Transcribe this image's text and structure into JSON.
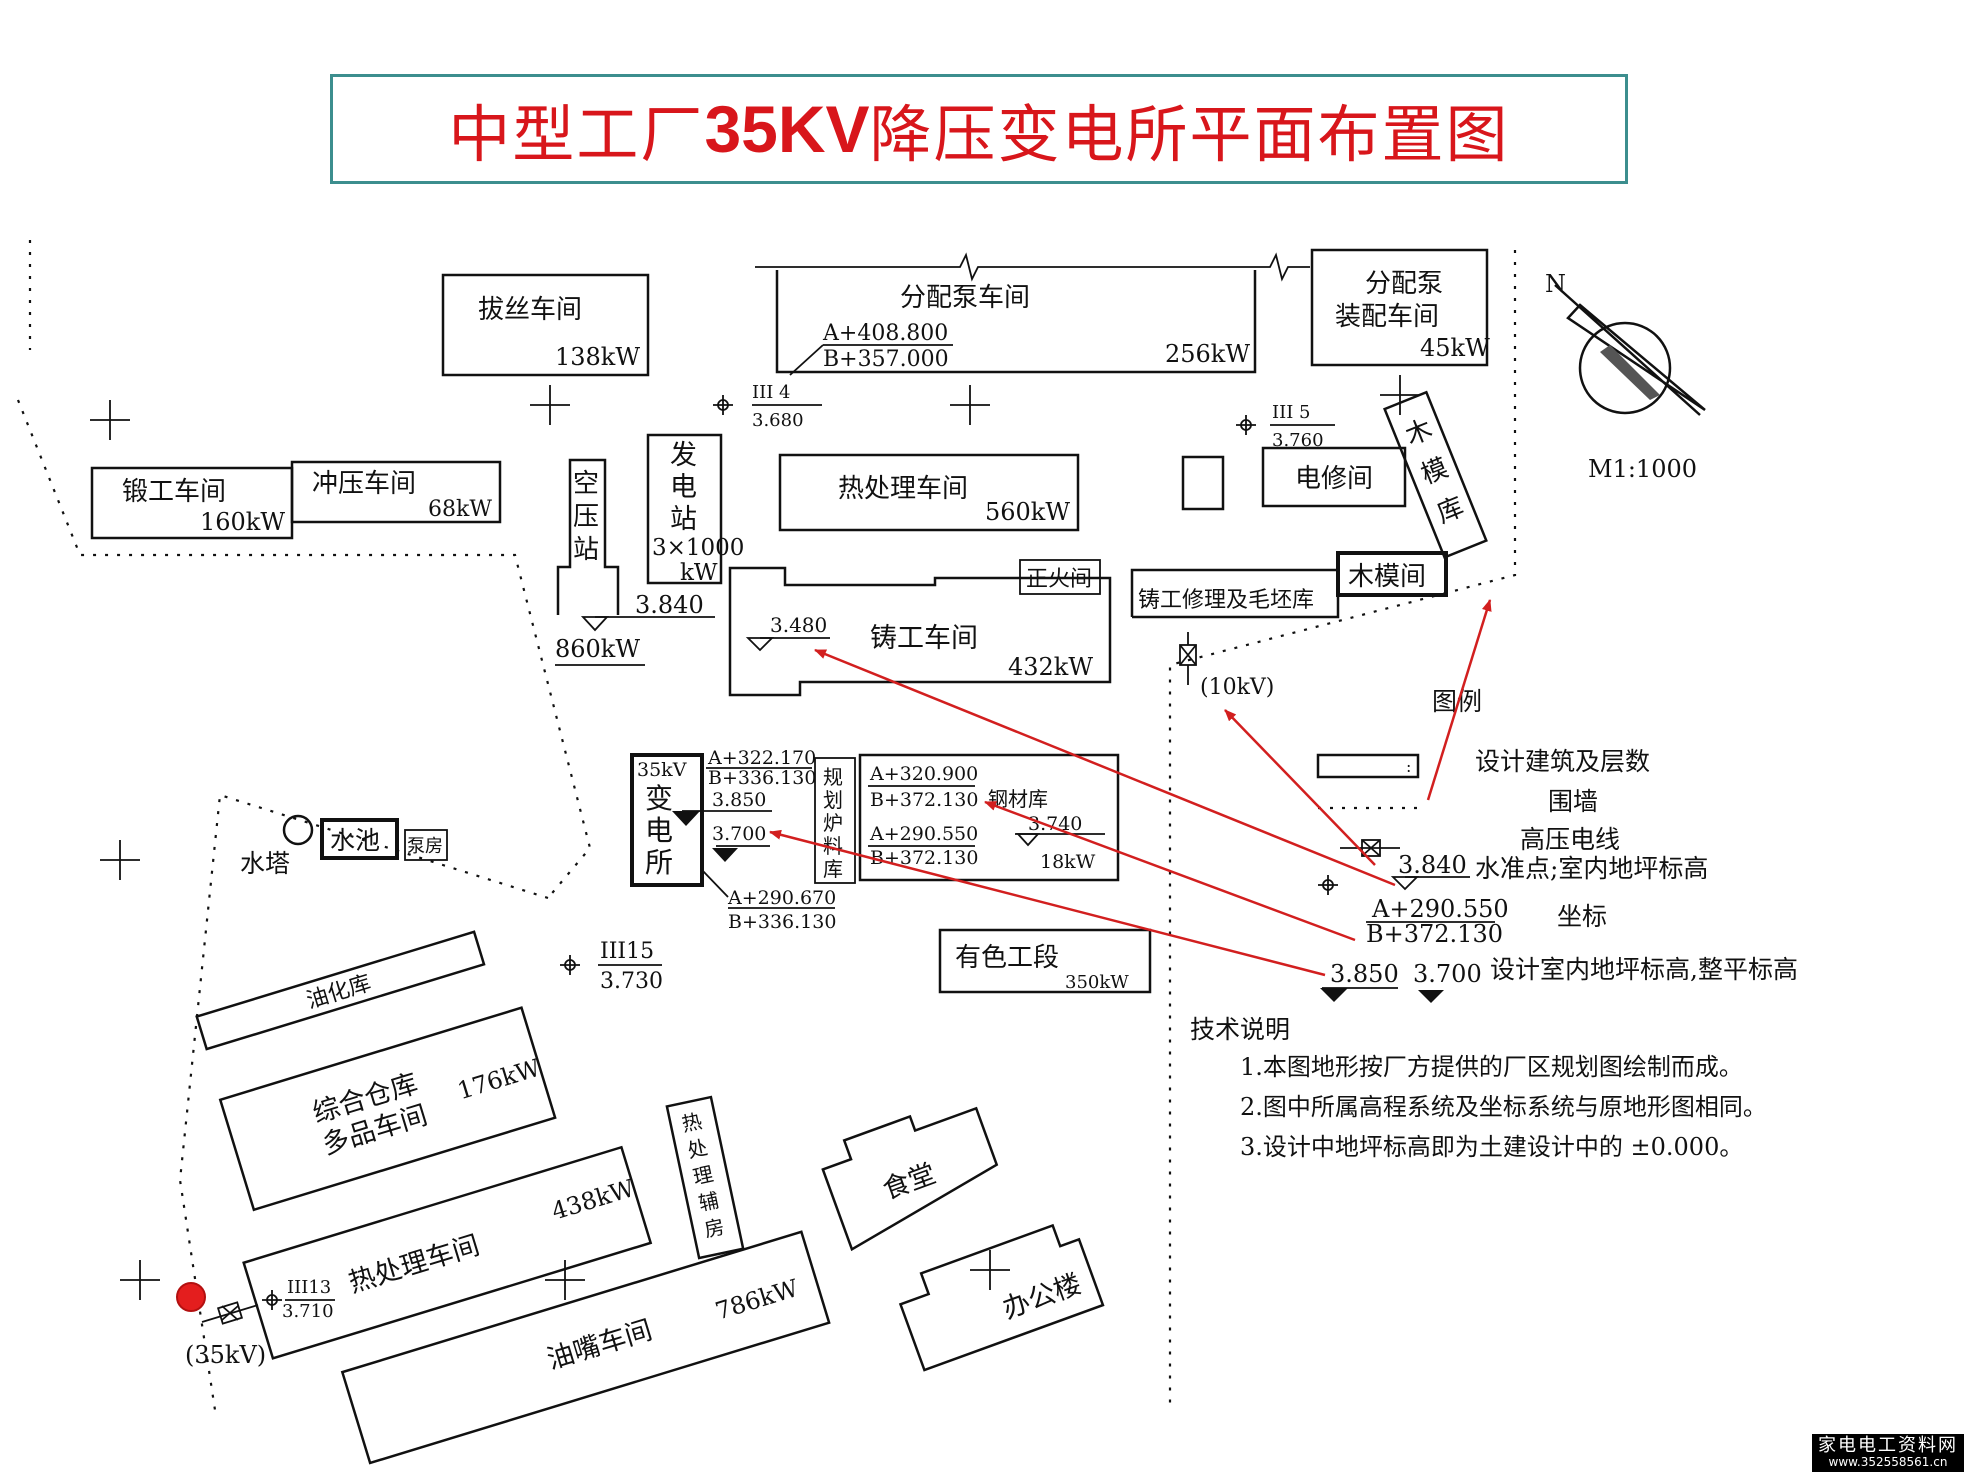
{
  "title": {
    "part1": "中型工厂",
    "part2": "35KV",
    "part3": "降压变电所平面布置图"
  },
  "buildings": {
    "basi": {
      "name": "拔丝车间",
      "power": "138kW"
    },
    "fenpei": {
      "name": "分配泵车间",
      "coord_a": "A+408.800",
      "coord_b": "B+357.000",
      "power": "256kW"
    },
    "fenpei_zhuang": {
      "name1": "分配泵",
      "name2": "装配车间",
      "power": "45kW"
    },
    "duangong": {
      "name": "锻工车间",
      "power": "160kW"
    },
    "chongya": {
      "name": "冲压车间",
      "power": "68kW"
    },
    "kongya": {
      "c1": "空",
      "c2": "压",
      "c3": "站",
      "power": "860kW",
      "level": "3.840"
    },
    "fadian": {
      "c1": "发",
      "c2": "电",
      "c3": "站",
      "cap": "3×1000",
      "unit": "kW"
    },
    "rechuli1": {
      "name": "热处理车间",
      "power": "560kW"
    },
    "dianxiu": {
      "name": "电修间"
    },
    "mumoku": {
      "c1": "木",
      "c2": "模",
      "c3": "库"
    },
    "mumojian": {
      "name": "木模间"
    },
    "zhenghuo": {
      "name": "正火间"
    },
    "zhugongxiu": {
      "name": "铸工修理及毛坯库"
    },
    "zhugong": {
      "name": "铸工车间",
      "power": "432kW",
      "level": "3.480"
    },
    "substation": {
      "kv": "35kV",
      "c1": "变",
      "c2": "电",
      "c3": "所",
      "coord_a": "A+322.170",
      "coord_b": "B+336.130",
      "level1": "3.850",
      "level2": "3.700",
      "coord_c": "A+290.670",
      "coord_d": "B+336.130"
    },
    "guihua": {
      "c1": "规",
      "c2": "划",
      "c3": "炉",
      "c4": "料",
      "c5": "库"
    },
    "gangcai": {
      "name": "钢材库",
      "coord_a": "A+320.900",
      "coord_b": "B+372.130",
      "coord_c": "A+290.550",
      "coord_d": "B+372.130",
      "level": "3.740",
      "power": "18kW"
    },
    "shuita": {
      "name": "水塔"
    },
    "shuichi": {
      "name": "水池"
    },
    "bengfang": {
      "name": "泵房"
    },
    "youse": {
      "name": "有色工段",
      "power": "350kW"
    },
    "youhua": {
      "name": "油化库"
    },
    "zonghe": {
      "name1": "综合仓库",
      "name2": "多品车间",
      "power": "176kW"
    },
    "rechuli_fu": {
      "c1": "热",
      "c2": "处",
      "c3": "理",
      "c4": "辅",
      "c5": "房"
    },
    "rechuli2": {
      "name": "热处理车间",
      "power": "438kW"
    },
    "youzui": {
      "name": "油嘴车间",
      "power": "786kW"
    },
    "shitang": {
      "name": "食堂"
    },
    "bangong": {
      "name": "办公楼"
    }
  },
  "benchmarks": {
    "bm4": {
      "id": "III 4",
      "level": "3.680"
    },
    "bm5": {
      "id": "III 5",
      "level": "3.760"
    },
    "bm15": {
      "id": "III15",
      "level": "3.730"
    },
    "bm13": {
      "id": "III13",
      "level": "3.710"
    }
  },
  "inlets": {
    "hv10": "(10kV)",
    "hv35": "(35kV)"
  },
  "compass": {
    "north": "N",
    "scale": "M1:1000"
  },
  "legend": {
    "title": "图例",
    "building": "设计建筑及层数",
    "wall": "围墙",
    "hvline": "高压电线",
    "level_val": "3.840",
    "level_label": "水准点;室内地坪标高",
    "coord_a": "A+290.550",
    "coord_b": "B+372.130",
    "coord_label": "坐标",
    "floor_val1": "3.850",
    "floor_val2": "3.700",
    "floor_label": "设计室内地坪标高,整平标高"
  },
  "notes": {
    "heading": "技术说明",
    "items": [
      "1.本图地形按厂方提供的厂区规划图绘制而成。",
      "2.图中所属高程系统及坐标系统与原地形图相同。",
      "3.设计中地坪标高即为土建设计中的 ±0.000。"
    ]
  },
  "watermark": {
    "line1": "家电电工资料网",
    "line2": "www.352558561.cn"
  },
  "colors": {
    "title": "#d8161b",
    "title_border": "#3c8e8e",
    "arrows": "#d21f1f",
    "marker": "#e41e1e"
  }
}
